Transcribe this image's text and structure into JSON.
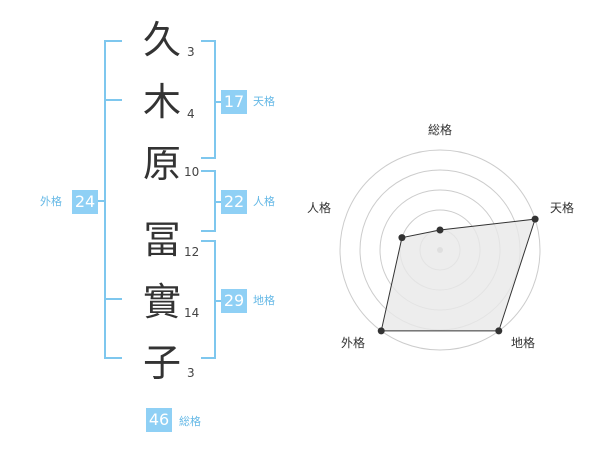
{
  "name": {
    "chars": [
      {
        "char": "久",
        "strokes": "3"
      },
      {
        "char": "木",
        "strokes": "4"
      },
      {
        "char": "原",
        "strokes": "10"
      },
      {
        "char": "冨",
        "strokes": "12"
      },
      {
        "char": "實",
        "strokes": "14"
      },
      {
        "char": "子",
        "strokes": "3"
      }
    ]
  },
  "kakusu": {
    "tenkaku": {
      "value": "17",
      "label": "天格"
    },
    "jinkaku": {
      "value": "22",
      "label": "人格"
    },
    "chikaku": {
      "value": "29",
      "label": "地格"
    },
    "gaikaku": {
      "value": "24",
      "label": "外格"
    },
    "soukaku": {
      "value": "46",
      "label": "総格"
    }
  },
  "chart_data": {
    "type": "radar",
    "axes": [
      "総格",
      "天格",
      "地格",
      "外格",
      "人格"
    ],
    "levels": 5,
    "values": [
      1,
      5,
      5,
      5,
      2
    ],
    "fill": "#e9e9e9",
    "stroke": "#333333",
    "grid_color": "#cccccc"
  },
  "colors": {
    "accent": "#8fd0f5",
    "bracket": "#7ec7ee",
    "label": "#64b8e6"
  }
}
